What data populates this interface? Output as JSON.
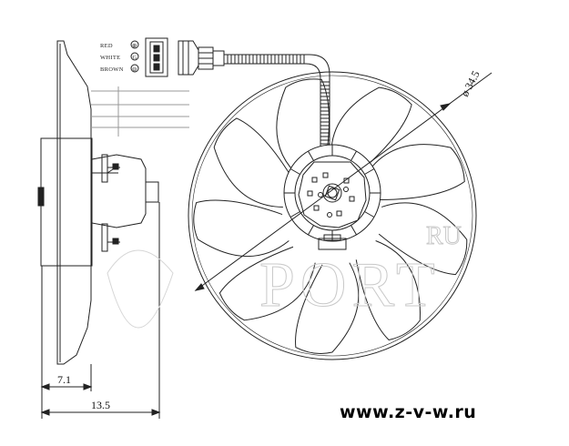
{
  "wiring": {
    "colors": [
      "RED",
      "WHITE",
      "BROWN"
    ],
    "symbols": [
      "⊕",
      "G",
      "⊖"
    ]
  },
  "dimensions": {
    "diameter": "ø 34.5",
    "depth_a": "7.1",
    "depth_b": "13.5"
  },
  "watermark": {
    "top": "RU",
    "main": "PORT"
  },
  "website": "www.z-v-w.ru",
  "blade_count": 9
}
